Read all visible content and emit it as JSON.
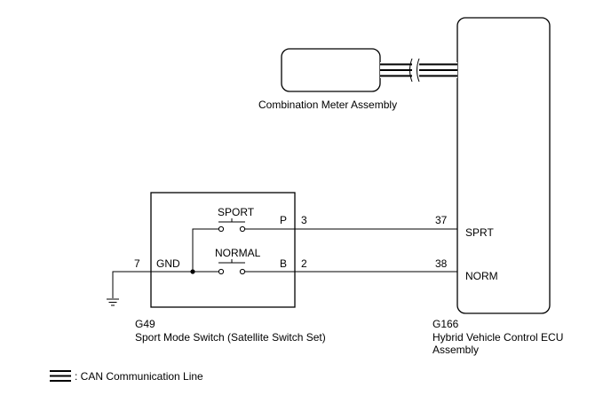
{
  "meter": {
    "label": "Combination Meter Assembly"
  },
  "ecu": {
    "code": "G166",
    "name_line1": "Hybrid Vehicle Control ECU",
    "name_line2": "Assembly",
    "pins": [
      {
        "number": "37",
        "name": "SPRT"
      },
      {
        "number": "38",
        "name": "NORM"
      }
    ]
  },
  "switch_unit": {
    "code": "G49",
    "name": "Sport Mode Switch (Satellite Switch Set)",
    "gnd_pin": "7",
    "gnd_label": "GND",
    "contacts": [
      {
        "label": "SPORT",
        "pin_name": "P",
        "pin_number": "3"
      },
      {
        "label": "NORMAL",
        "pin_name": "B",
        "pin_number": "2"
      }
    ]
  },
  "legend": {
    "text": ": CAN Communication Line"
  }
}
